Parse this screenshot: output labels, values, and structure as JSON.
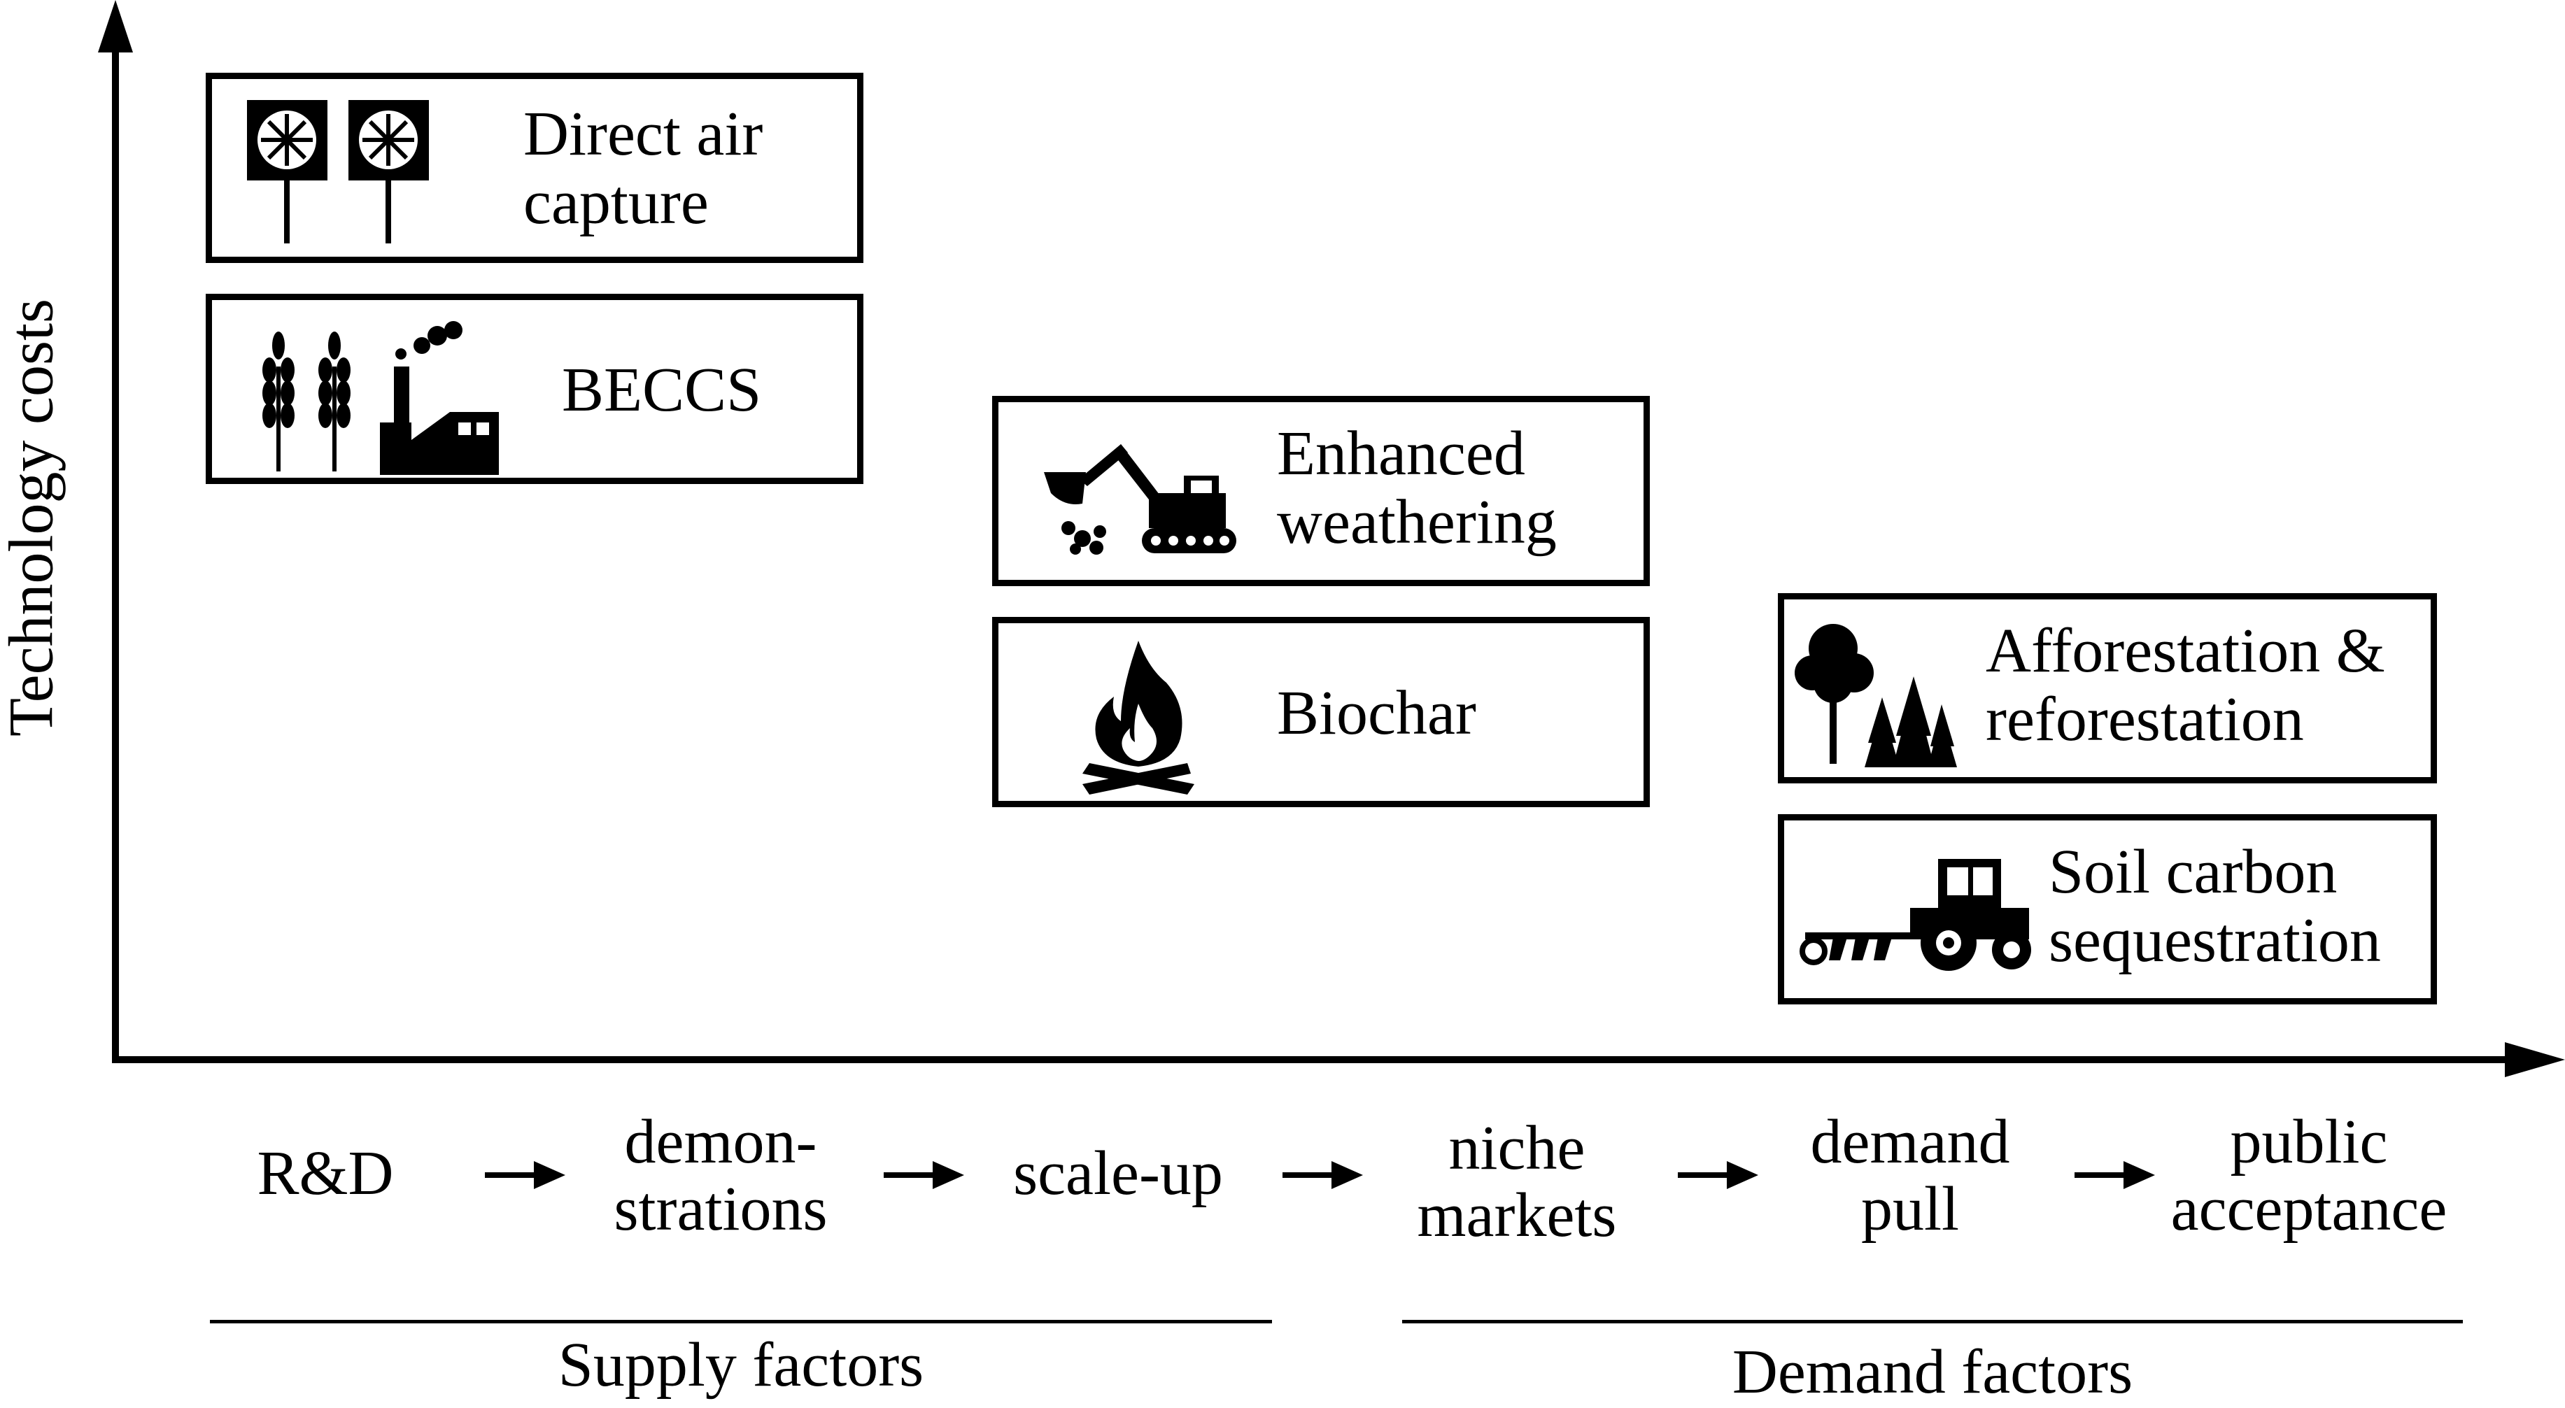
{
  "axes": {
    "y_label": "Technology costs"
  },
  "technologies": [
    {
      "label": "Direct air capture",
      "icon": "direct-air-capture-fans-icon"
    },
    {
      "label": "BECCS",
      "icon": "crops-and-factory-icon"
    },
    {
      "label": "Enhanced weathering",
      "icon": "excavator-icon"
    },
    {
      "label": "Biochar",
      "icon": "fire-icon"
    },
    {
      "label": "Afforestation & reforestation",
      "icon": "trees-icon"
    },
    {
      "label": "Soil carbon sequestration",
      "icon": "tractor-plough-icon"
    }
  ],
  "stages": [
    {
      "line1": "R&D",
      "line2": ""
    },
    {
      "line1": "demon-",
      "line2": "strations"
    },
    {
      "line1": "scale-up",
      "line2": ""
    },
    {
      "line1": "niche",
      "line2": "markets"
    },
    {
      "line1": "demand",
      "line2": "pull"
    },
    {
      "line1": "public",
      "line2": "acceptance"
    }
  ],
  "factors": {
    "supply": "Supply factors",
    "demand": "Demand factors"
  },
  "arrow_icon": "right-arrow-icon"
}
